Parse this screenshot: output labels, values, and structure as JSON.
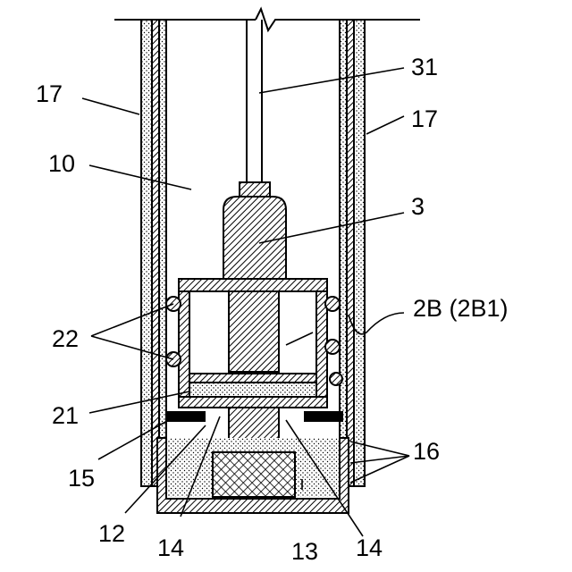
{
  "figure": {
    "labels": {
      "l17_left": "17",
      "l17_right": "17",
      "l31": "31",
      "l10": "10",
      "l3": "3",
      "l2b": "2B (2B1)",
      "l22": "22",
      "l21": "21",
      "l16": "16",
      "l15": "15",
      "l12": "12",
      "l14_left": "14",
      "l13": "13",
      "l14_right": "14"
    }
  }
}
